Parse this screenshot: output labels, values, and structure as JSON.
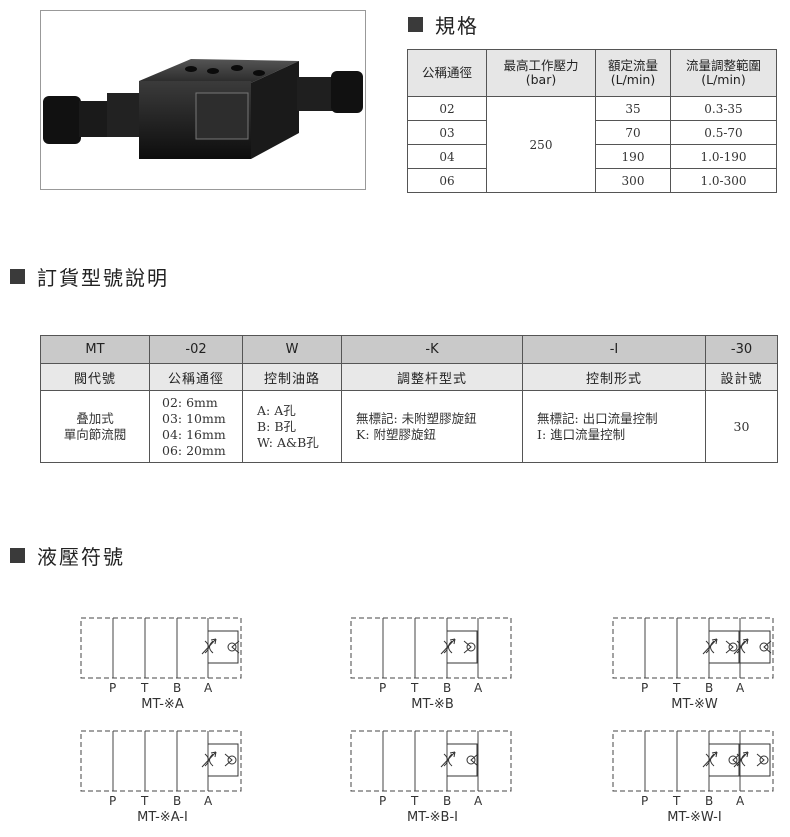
{
  "spec": {
    "title": "規格",
    "headers": [
      {
        "line1": "公稱通徑",
        "line2": ""
      },
      {
        "line1": "最高工作壓力",
        "line2": "(bar)"
      },
      {
        "line1": "額定流量",
        "line2": "(L/min)"
      },
      {
        "line1": "流量調整範圍",
        "line2": "(L/min)"
      }
    ],
    "rows": [
      {
        "size": "02",
        "flow": "35",
        "range": "0.3-35"
      },
      {
        "size": "03",
        "flow": "70",
        "range": "0.5-70"
      },
      {
        "size": "04",
        "flow": "190",
        "range": "1.0-190"
      },
      {
        "size": "06",
        "flow": "300",
        "range": "1.0-300"
      }
    ],
    "pressure": "250"
  },
  "order": {
    "title": "訂貨型號說明",
    "codes": [
      "MT",
      "-02",
      "W",
      "-K",
      "-I",
      "-30"
    ],
    "labels": [
      "閥代號",
      "公稱通徑",
      "控制油路",
      "調整杆型式",
      "控制形式",
      "設計號"
    ],
    "col1": [
      "叠加式",
      "單向節流閥"
    ],
    "col2": [
      "02: 6mm",
      "03: 10mm",
      "04: 16mm",
      "06: 20mm"
    ],
    "col3": [
      "A: A孔",
      "B: B孔",
      "W: A&B孔"
    ],
    "col4": [
      "無標記: 未附塑膠旋鈕",
      "K: 附塑膠旋鈕"
    ],
    "col5": [
      "無標記: 出口流量控制",
      "I: 進口流量控制"
    ],
    "col6": "30"
  },
  "symbols": {
    "title": "液壓符號",
    "ports": [
      "P",
      "T",
      "B",
      "A"
    ],
    "items": [
      {
        "caption": "MT-※A"
      },
      {
        "caption": "MT-※B"
      },
      {
        "caption": "MT-※W"
      },
      {
        "caption": "MT-※A-I"
      },
      {
        "caption": "MT-※B-I"
      },
      {
        "caption": "MT-※W-I"
      }
    ]
  }
}
